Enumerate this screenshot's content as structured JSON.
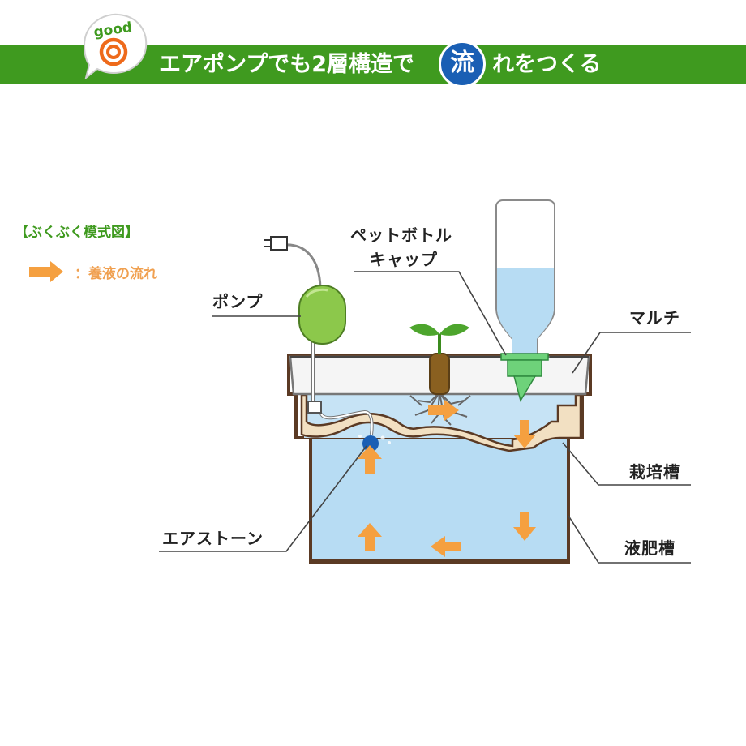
{
  "banner": {
    "badge_text": "good",
    "title_part1": "エアポンプでも2層構造で",
    "title_highlight": "流",
    "title_part2": "れをつくる"
  },
  "legend": {
    "title": "【ぶくぶく模式図】",
    "arrow_label": "：養液の流れ"
  },
  "labels": {
    "pet_bottle_cap_line1": "ペットボトル",
    "pet_bottle_cap_line2": "キャップ",
    "pump": "ポンプ",
    "mulch": "マルチ",
    "cultivation_tank": "栽培槽",
    "air_stone": "エアストーン",
    "liquid_fertilizer_tank": "液肥槽"
  },
  "colors": {
    "banner_green": "#3f9a1f",
    "flow_arrow_orange": "#f5a040",
    "water_blue": "#b7dcf3",
    "pot_brown": "#5b3a24",
    "pump_green": "#8cc84b",
    "highlight_blue": "#1a5fb4"
  }
}
